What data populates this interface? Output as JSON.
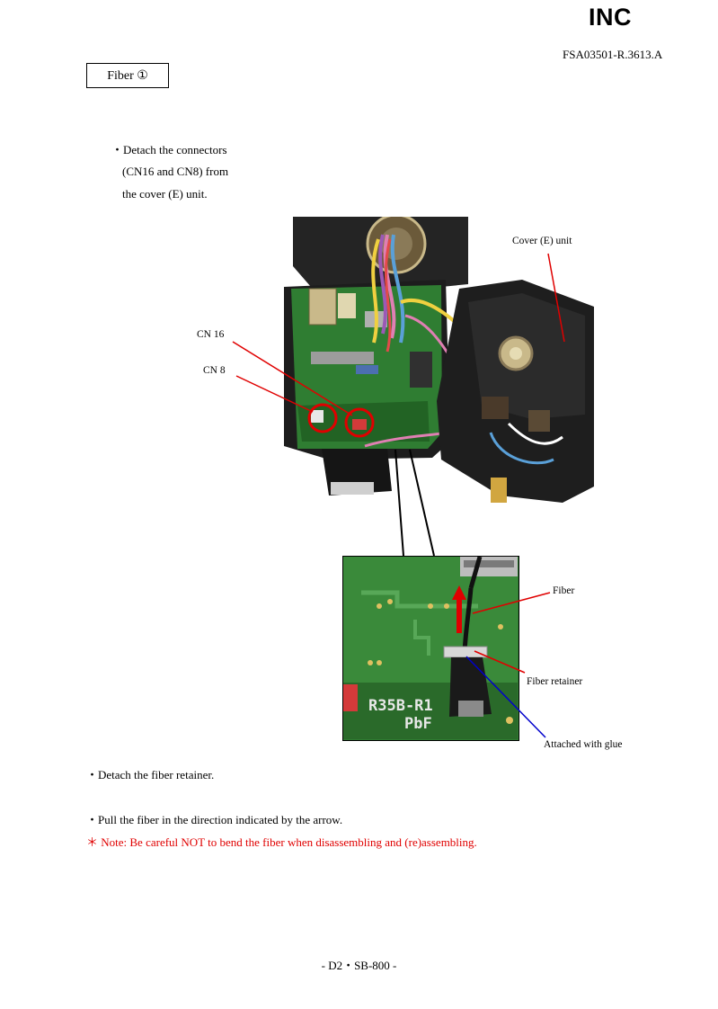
{
  "header": {
    "brand": "INC",
    "doc_number": "FSA03501-R.3613.A"
  },
  "section": {
    "title": "Fiber ①"
  },
  "steps": {
    "step1_lines": [
      "・Detach the connectors",
      "(CN16 and CN8) from",
      "the cover (E) unit."
    ],
    "step2": "・Detach the fiber retainer.",
    "step3": "・Pull the fiber in the direction indicated by the arrow.",
    "note": "＊ Note: Be careful NOT to bend the fiber when disassembling and (re)assembling."
  },
  "callouts": {
    "cover_unit": "Cover (E) unit",
    "cn16": "CN 16",
    "cn8": "CN 8",
    "fiber": "Fiber",
    "fiber_retainer": "Fiber retainer",
    "attached_glue": "Attached with glue"
  },
  "closeup": {
    "board_marking_line1": "R35B-R1",
    "board_marking_line2": "PbF"
  },
  "footer": {
    "page": "- D2・SB-800 -"
  },
  "colors": {
    "leader_red": "#e00000",
    "leader_blue": "#0000cc",
    "pcb_green": "#2e7d32"
  }
}
